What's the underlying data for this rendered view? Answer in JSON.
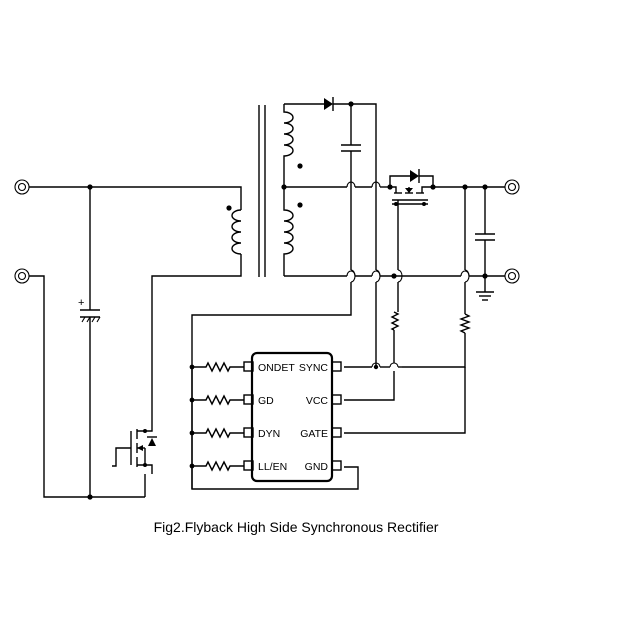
{
  "caption": "Fig2.Flyback High Side Synchronous Rectifier",
  "ic": {
    "pins_left": [
      "ONDET",
      "GD",
      "DYN",
      "LL/EN"
    ],
    "pins_right": [
      "SYNC",
      "VCC",
      "GATE",
      "GND"
    ]
  },
  "input_capacitor": {
    "polarity_mark": "+"
  }
}
